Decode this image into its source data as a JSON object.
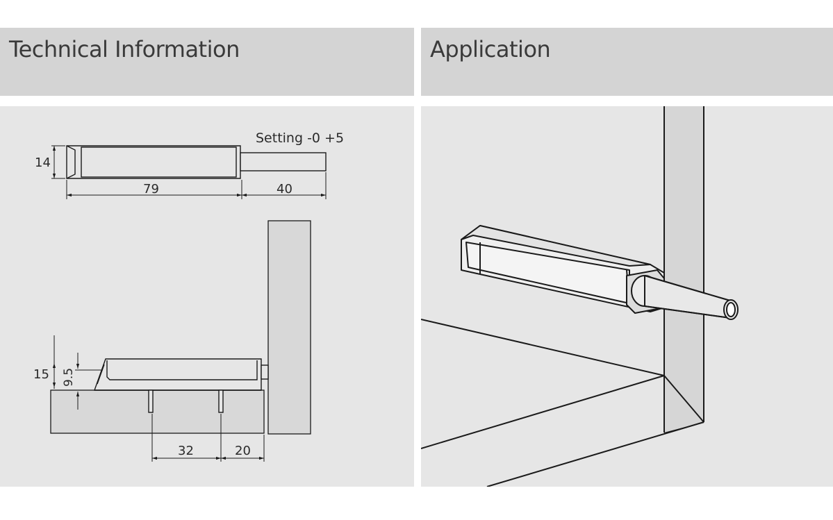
{
  "headers": {
    "technical": "Technical Information",
    "application": "Application"
  },
  "technical_drawing": {
    "setting_label": "Setting -0  +5",
    "dim_height_top": "14",
    "dim_body_length": "79",
    "dim_stroke": "40",
    "dim_total_height": "15",
    "dim_pin_height": "9.5",
    "dim_hole_spacing": "32",
    "dim_edge_offset": "20"
  },
  "colors": {
    "header_bg": "#d4d4d4",
    "panel_bg": "#e6e6e6",
    "board_fill": "#d8d8d8",
    "line": "#1a1a1a"
  }
}
